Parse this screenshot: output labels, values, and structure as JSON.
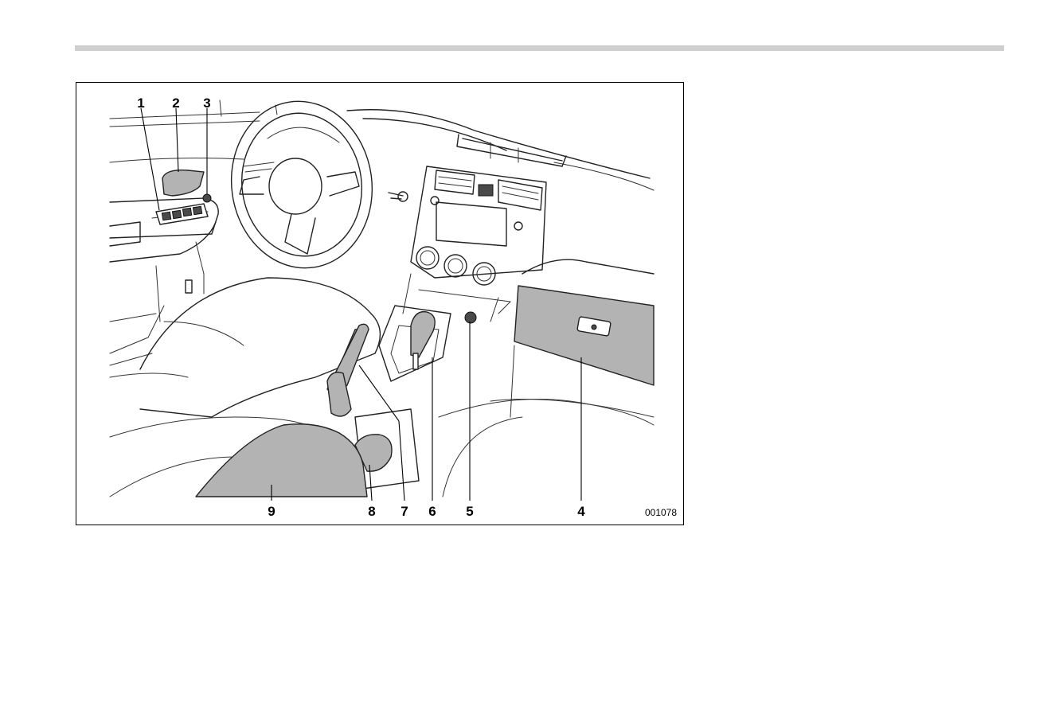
{
  "figure": {
    "id_code": "001078",
    "callouts": [
      {
        "label": "1",
        "part": "power-window-switches"
      },
      {
        "label": "2",
        "part": "inner-door-handle"
      },
      {
        "label": "3",
        "part": "door-lock-switch"
      },
      {
        "label": "4",
        "part": "glove-box"
      },
      {
        "label": "5",
        "part": "accessory-power-outlet"
      },
      {
        "label": "6",
        "part": "select-lever"
      },
      {
        "label": "7",
        "part": "parking-brake-lever"
      },
      {
        "label": "8",
        "part": "cup-holder"
      },
      {
        "label": "9",
        "part": "console-box"
      }
    ]
  }
}
